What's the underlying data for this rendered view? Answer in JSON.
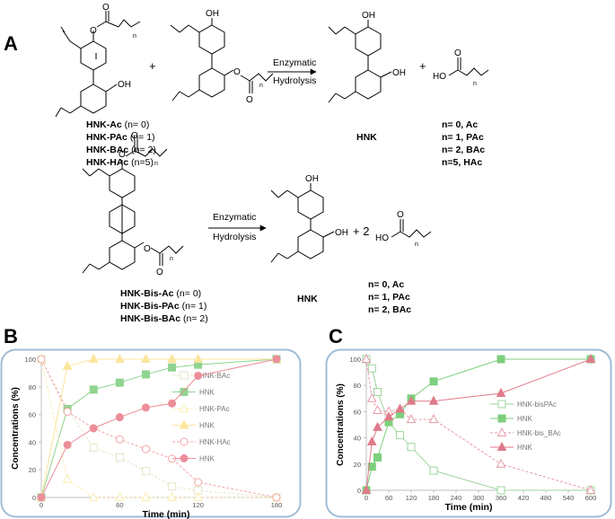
{
  "figure": {
    "panel_labels": {
      "a": "A",
      "b": "B",
      "c": "C"
    },
    "reaction1": {
      "reactant_labels": [
        {
          "bold": "HNK-Ac",
          "rest": " (n= 0)"
        },
        {
          "bold": "HNK-PAc",
          "rest": " (n= 1)"
        },
        {
          "bold": "HNK-BAc",
          "rest": " (n= 2)"
        },
        {
          "bold": "HNK-HAc",
          "rest": " (n=5)"
        }
      ],
      "plus1": "+",
      "plus2": "+",
      "arrow_top": "Enzymatic",
      "arrow_bottom": "Hydrolysis",
      "product_label": "HNK",
      "acid_labels": [
        "n= 0, Ac",
        "n= 1, PAc",
        "n= 2, BAc",
        "n=5, HAc"
      ]
    },
    "reaction2": {
      "reactant_labels": [
        {
          "bold": "HNK-Bis-Ac",
          "rest": " (n= 0)"
        },
        {
          "bold": "HNK-Bis-PAc",
          "rest": " (n= 1)"
        },
        {
          "bold": "HNK-Bis-BAc",
          "rest": " (n= 2)"
        }
      ],
      "arrow_top": "Enzymatic",
      "arrow_bottom": "Hydrolysis",
      "product_label": "HNK",
      "plus_coef": "+ 2",
      "acid_labels": [
        "n= 0, Ac",
        "n= 1, PAc",
        "n= 2, BAc"
      ]
    },
    "chem_atoms": {
      "o": "O",
      "oh": "OH",
      "ho": "HO",
      "n": "n"
    }
  },
  "chart_data": [
    {
      "type": "line",
      "panel": "B",
      "xlabel": "Time (min)",
      "ylabel": "Concentrations (%)",
      "xlim": [
        0,
        180
      ],
      "ylim": [
        0,
        100
      ],
      "x_ticks": [
        0,
        60,
        120,
        180
      ],
      "y_ticks": [
        0,
        20,
        40,
        60,
        80,
        100
      ],
      "legend_position": "right",
      "series": [
        {
          "name": "HNK-BAc",
          "color": "#e5e5c8",
          "marker": "square-open",
          "dashed": true,
          "x": [
            0,
            20,
            40,
            60,
            80,
            100,
            120,
            180
          ],
          "y": [
            100,
            64,
            36,
            29,
            19,
            8,
            5,
            0
          ]
        },
        {
          "name": "HNK",
          "color": "#8fd48f",
          "marker": "square-filled",
          "dashed": false,
          "x": [
            0,
            20,
            40,
            60,
            80,
            100,
            120,
            180
          ],
          "y": [
            0,
            64,
            78,
            83,
            89,
            94,
            96,
            100
          ]
        },
        {
          "name": "HNK-PAc",
          "color": "#fcedb0",
          "marker": "triangle-open",
          "dashed": true,
          "x": [
            0,
            20,
            40,
            60,
            80,
            100,
            120,
            180
          ],
          "y": [
            100,
            13,
            0,
            0,
            0,
            0,
            0,
            0
          ]
        },
        {
          "name": "HNK",
          "color": "#fbe59c",
          "marker": "triangle-filled",
          "dashed": false,
          "x": [
            0,
            20,
            40,
            60,
            80,
            100,
            120,
            180
          ],
          "y": [
            0,
            95,
            100,
            100,
            100,
            100,
            100,
            100
          ]
        },
        {
          "name": "HNK-HAc",
          "color": "#f2a6a6",
          "marker": "circle-open",
          "dashed": true,
          "x": [
            0,
            20,
            40,
            60,
            80,
            100,
            120,
            180
          ],
          "y": [
            100,
            62,
            50,
            42,
            35,
            28,
            11,
            0
          ]
        },
        {
          "name": "HNK",
          "color": "#ec8e99",
          "marker": "circle-filled",
          "dashed": false,
          "x": [
            0,
            20,
            40,
            60,
            80,
            100,
            120,
            180
          ],
          "y": [
            0,
            38,
            50,
            58,
            65,
            68,
            88,
            100
          ]
        }
      ]
    },
    {
      "type": "line",
      "panel": "C",
      "xlabel": "Time (min)",
      "ylabel": "Concentrations (%)",
      "xlim": [
        0,
        600
      ],
      "ylim": [
        0,
        100
      ],
      "x_ticks": [
        0,
        60,
        120,
        180,
        240,
        300,
        360,
        420,
        480,
        540,
        600
      ],
      "y_ticks": [
        0,
        20,
        40,
        60,
        80,
        100
      ],
      "legend_position": "right",
      "series": [
        {
          "name": "HNK-bisPAc",
          "color": "#9bd49b",
          "marker": "square-open",
          "dashed": false,
          "x": [
            0,
            15,
            30,
            60,
            90,
            120,
            180,
            360,
            600
          ],
          "y": [
            100,
            93,
            75,
            52,
            42,
            33,
            15,
            0,
            0
          ]
        },
        {
          "name": "HNK",
          "color": "#7ccf7c",
          "marker": "square-filled",
          "dashed": false,
          "x": [
            0,
            15,
            30,
            60,
            90,
            120,
            180,
            360,
            600
          ],
          "y": [
            0,
            18,
            25,
            52,
            58,
            70,
            83,
            100,
            100
          ]
        },
        {
          "name": "HNK-bis_BAc",
          "color": "#e79aa8",
          "marker": "triangle-open",
          "dashed": true,
          "x": [
            0,
            15,
            30,
            60,
            90,
            120,
            180,
            360,
            600
          ],
          "y": [
            100,
            70,
            61,
            60,
            62,
            54,
            54,
            20,
            0
          ]
        },
        {
          "name": "HNK",
          "color": "#e07a8a",
          "marker": "triangle-filled",
          "dashed": false,
          "x": [
            0,
            15,
            30,
            60,
            90,
            120,
            180,
            360,
            600
          ],
          "y": [
            0,
            37,
            48,
            56,
            62,
            68,
            68,
            74,
            100
          ]
        }
      ]
    }
  ]
}
